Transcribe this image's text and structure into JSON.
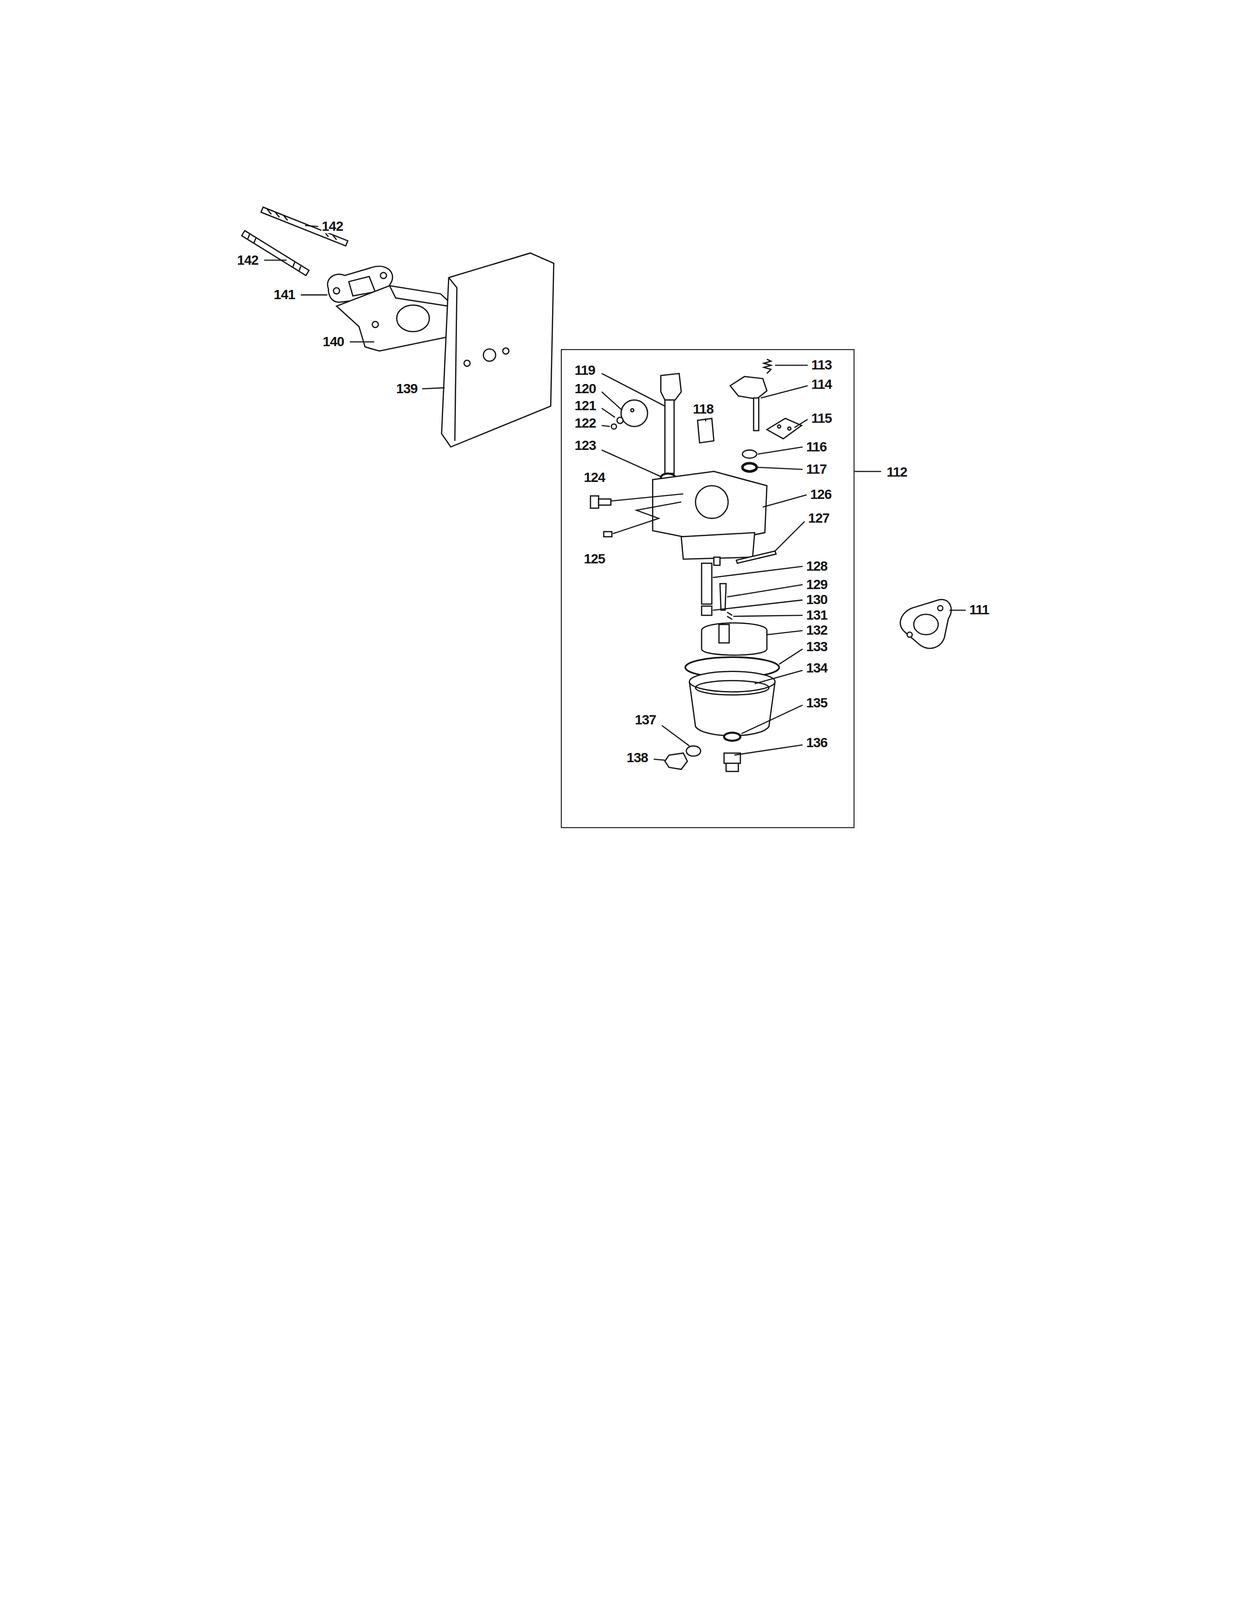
{
  "diagram": {
    "nodes": [
      {
        "text": [
          "112"
        ]
      }
    ],
    "labels": [
      "142",
      "142",
      "141",
      "140",
      "139",
      "119",
      "120",
      "121",
      "122",
      "123",
      "118",
      "113",
      "114",
      "115",
      "116",
      "117",
      "124",
      "126",
      "127",
      "125",
      "128",
      "129",
      "130",
      "131",
      "132",
      "133",
      "134",
      "135",
      "137",
      "136",
      "138",
      "111"
    ]
  }
}
